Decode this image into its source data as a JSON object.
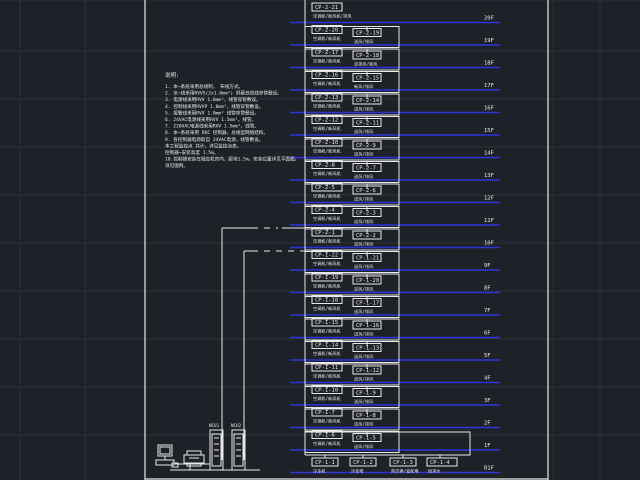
{
  "drawing": {
    "notes_title": "说明:",
    "notes": [
      "1. 本~系统采用总线制，    布线方式。",
      "2. 信~线采用RVVS(2x1.0mm²) 屏蔽双绞线穿管敷设。",
      "3. 电源线采用RVV 1.0mm²，线管穿管敷设。",
      "4. 控制线采用RVVP 1.0mm²，线管穿管敷设。",
      "5. 报警线采用RVV 1.0mm² 线管穿管敷设。",
      "6. 24VAC电源线采用RVV 1.5mm²，线管。",
      "7. 220VAC电源线采用RVV 1.5mm²，线管。",
      "8. 本~系统采用 DDC 控制器，总线型网络结构。",
      "9. 各控制器电源取自 24VAC电源，线管敷设。",
      "   本工程监控点 共计，详见监控点表。",
      "   控制器~安装高度 1.5m。",
      "10.控制器安装在相应机房内，距地1.5m，安装位置详见平面图。",
      "   详见图例。"
    ],
    "controllers": [
      {
        "label": "NCU1"
      },
      {
        "label": "NCU2"
      }
    ],
    "floors": [
      {
        "label": "20F"
      },
      {
        "label": "19F"
      },
      {
        "label": "18F"
      },
      {
        "label": "17F"
      },
      {
        "label": "16F"
      },
      {
        "label": "15F"
      },
      {
        "label": "14F"
      },
      {
        "label": "13F"
      },
      {
        "label": "12F"
      },
      {
        "label": "11F"
      },
      {
        "label": "10F"
      },
      {
        "label": "9F"
      },
      {
        "label": "8F"
      },
      {
        "label": "7F"
      },
      {
        "label": "6F"
      },
      {
        "label": "5F"
      },
      {
        "label": "4F"
      },
      {
        "label": "3F"
      },
      {
        "label": "2F"
      },
      {
        "label": "1F"
      },
      {
        "label": "B1F"
      }
    ],
    "box_rows": [
      {
        "left": {
          "id": "CP-2-21",
          "sub": "空调机/新风机/排风"
        }
      },
      {
        "left": {
          "id": "CP-2-20",
          "sub": "空调机/新风机"
        },
        "right": {
          "id": "CP-2-19",
          "sub": "送风/排风"
        }
      },
      {
        "left": {
          "id": "CP-2-17",
          "sub": "空调机/新风机"
        },
        "right": {
          "id": "CP-2-18",
          "sub": "送排风/新风"
        }
      },
      {
        "left": {
          "id": "CP-2-16",
          "sub": "空调机/新风机"
        },
        "right": {
          "id": "CP-2-15",
          "sub": "新风/排风"
        }
      },
      {
        "left": {
          "id": "CP-2-13",
          "sub": "空调机/新风机"
        },
        "right": {
          "id": "CP-2-14",
          "sub": "送风/排风"
        }
      },
      {
        "left": {
          "id": "CP-2-12",
          "sub": "空调机/新风机"
        },
        "right": {
          "id": "CP-2-11",
          "sub": "送风/排风"
        }
      },
      {
        "left": {
          "id": "CP-2-10",
          "sub": "空调机/新风机"
        },
        "right": {
          "id": "CP-2-9",
          "sub": "送风/排风"
        }
      },
      {
        "left": {
          "id": "CP-2-8",
          "sub": "空调机/新风机"
        },
        "right": {
          "id": "CP-2-7",
          "sub": "送风/排风"
        }
      },
      {
        "left": {
          "id": "CP-2-5",
          "sub": "空调机/新风机"
        },
        "right": {
          "id": "CP-2-6",
          "sub": "送风/排风"
        }
      },
      {
        "left": {
          "id": "CP-2-4",
          "sub": "空调机/新风机"
        },
        "right": {
          "id": "CP-2-3",
          "sub": "送风/排风"
        }
      },
      {
        "left": {
          "id": "CP-2-1",
          "sub": "空调机/新风机"
        },
        "right": {
          "id": "CP-2-2",
          "sub": "送风/排风"
        }
      },
      {
        "left": {
          "id": "CP-1-22",
          "sub": "空调机/新风机"
        },
        "right": {
          "id": "CP-1-21",
          "sub": "送风/排风"
        }
      },
      {
        "left": {
          "id": "CP-1-19",
          "sub": "空调机/新风机"
        },
        "right": {
          "id": "CP-1-20",
          "sub": "送风/排风"
        }
      },
      {
        "left": {
          "id": "CP-1-18",
          "sub": "空调机/新风机"
        },
        "right": {
          "id": "CP-1-17",
          "sub": "送风/排风"
        }
      },
      {
        "left": {
          "id": "CP-1-15",
          "sub": "空调机/新风机"
        },
        "right": {
          "id": "CP-1-16",
          "sub": "送风/排风"
        }
      },
      {
        "left": {
          "id": "CP-1-14",
          "sub": "空调机/新风机"
        },
        "right": {
          "id": "CP-1-13",
          "sub": "送风/排风"
        }
      },
      {
        "left": {
          "id": "CP-1-11",
          "sub": "空调机/新风机"
        },
        "right": {
          "id": "CP-1-12",
          "sub": "送风/排风"
        }
      },
      {
        "left": {
          "id": "CP-1-10",
          "sub": "空调机/新风机"
        },
        "right": {
          "id": "CP-1-9",
          "sub": "送风/排风"
        }
      },
      {
        "left": {
          "id": "CP-1-7",
          "sub": "空调机/新风机"
        },
        "right": {
          "id": "CP-1-8",
          "sub": "送风/排风"
        }
      },
      {
        "left": {
          "id": "CP-1-6",
          "sub": "空调机/新风机"
        },
        "right": {
          "id": "CP-1-5",
          "sub": "送风/排风"
        }
      }
    ],
    "basement_boxes": [
      {
        "id": "CP-1-1",
        "sub": "冷冻机"
      },
      {
        "id": "CP-1-2",
        "sub": "冷却塔"
      },
      {
        "id": "CP-1-3",
        "sub": "热交换/变配电"
      },
      {
        "id": "CP-1-4",
        "sub": "给排水"
      }
    ]
  }
}
